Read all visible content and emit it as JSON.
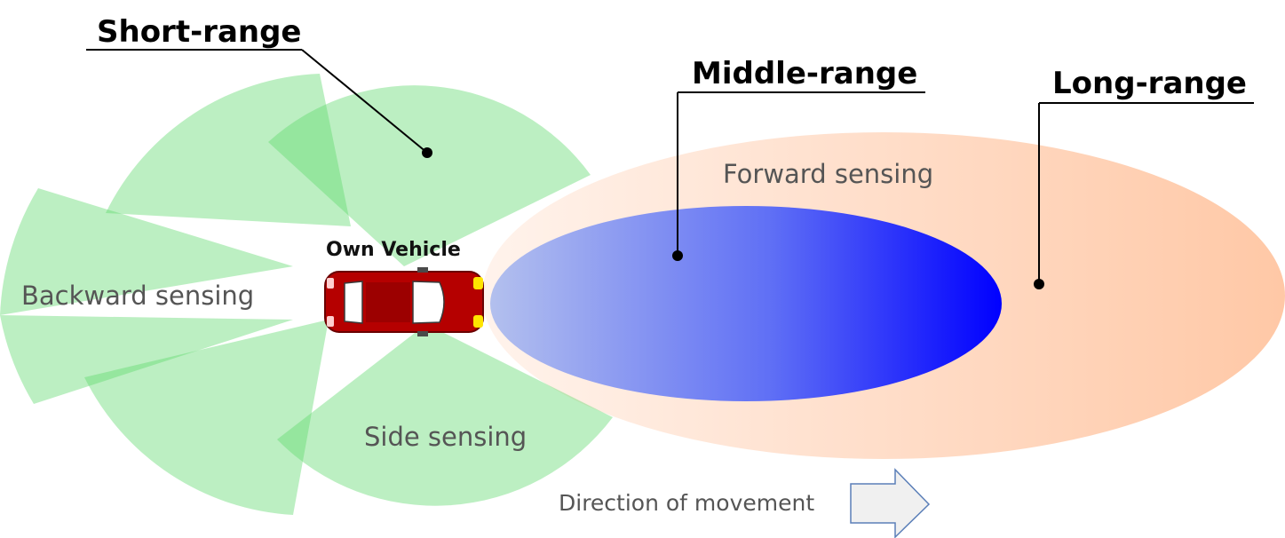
{
  "labels": {
    "short_range": "Short-range",
    "middle_range": "Middle-range",
    "long_range": "Long-range",
    "forward_sensing": "Forward sensing",
    "backward_sensing": "Backward sensing",
    "side_sensing": "Side sensing",
    "own_vehicle": "Own Vehicle",
    "direction": "Direction of movement"
  },
  "colors": {
    "short_range_fill": "#7ee08a",
    "middle_range_start": "#aebcf0",
    "middle_range_end": "#0000ff",
    "long_range_start": "#fff1ea",
    "long_range_end": "#ffc9a8",
    "vehicle_body": "#b80000",
    "arrow_fill": "#f0f0f0"
  },
  "icons": {
    "vehicle": "car-top-view-icon",
    "direction": "right-arrow-icon"
  }
}
